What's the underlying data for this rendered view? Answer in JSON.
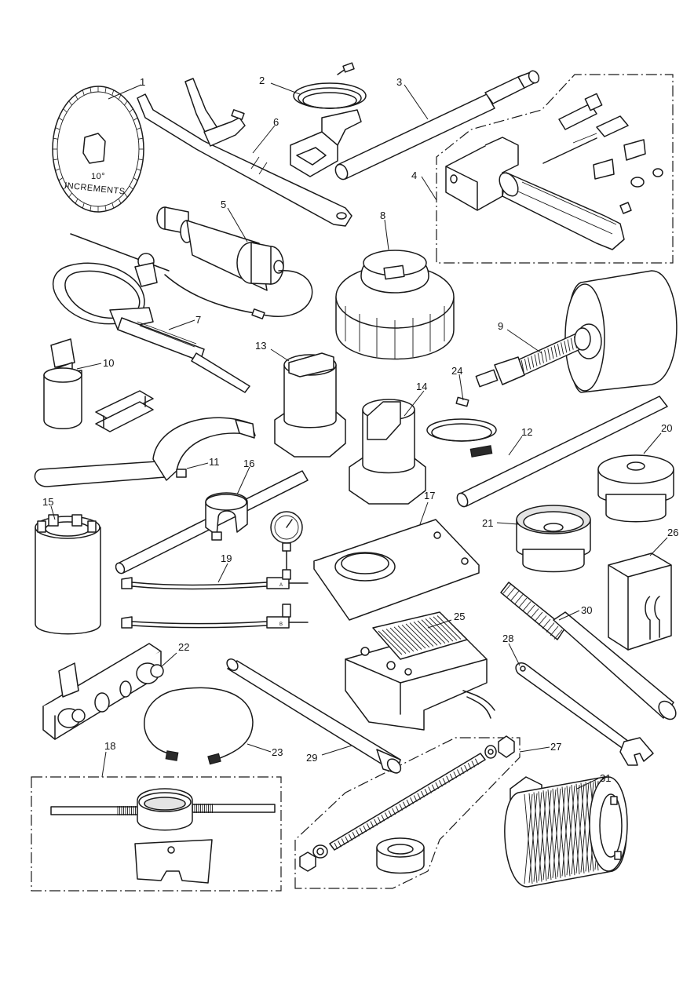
{
  "figure": {
    "callouts": [
      {
        "id": "1",
        "tool": "tool-1-degree-disc"
      },
      {
        "id": "2",
        "tool": "tool-2-diagnostic-cable"
      },
      {
        "id": "3",
        "tool": "tool-3-slide-hammer-bar"
      },
      {
        "id": "4",
        "tool": "tool-4-valve-spring-compressor-kit"
      },
      {
        "id": "5",
        "tool": "tool-5-vacuum-pump"
      },
      {
        "id": "6",
        "tool": "tool-6-holding-tool"
      },
      {
        "id": "7",
        "tool": "tool-7-strap-wrench"
      },
      {
        "id": "8",
        "tool": "tool-8-oil-filter-wrench"
      },
      {
        "id": "9",
        "tool": "tool-9-puller"
      },
      {
        "id": "10",
        "tool": "tool-10-drift-and-clip"
      },
      {
        "id": "11",
        "tool": "tool-11-c-spanner"
      },
      {
        "id": "12",
        "tool": "tool-12-rod"
      },
      {
        "id": "13",
        "tool": "tool-13-socket-adapter"
      },
      {
        "id": "14",
        "tool": "tool-14-socket-adapter"
      },
      {
        "id": "15",
        "tool": "tool-15-castellated-socket"
      },
      {
        "id": "16",
        "tool": "tool-16-tommy-bar-tool"
      },
      {
        "id": "17",
        "tool": "tool-17-plate"
      },
      {
        "id": "18",
        "tool": "tool-18-die-holder-kit"
      },
      {
        "id": "19",
        "tool": "tool-19-pressure-gauge-set"
      },
      {
        "id": "20",
        "tool": "tool-20-drift"
      },
      {
        "id": "21",
        "tool": "tool-21-cup"
      },
      {
        "id": "22",
        "tool": "tool-22-holding-bar"
      },
      {
        "id": "23",
        "tool": "tool-23-lead"
      },
      {
        "id": "24",
        "tool": "tool-24-lead"
      },
      {
        "id": "25",
        "tool": "tool-25-battery-charger"
      },
      {
        "id": "26",
        "tool": "tool-26-block"
      },
      {
        "id": "27",
        "tool": "tool-27-bearing-installer-kit"
      },
      {
        "id": "28",
        "tool": "tool-28-spanner"
      },
      {
        "id": "29",
        "tool": "tool-29-rod"
      },
      {
        "id": "30",
        "tool": "tool-30-handle"
      },
      {
        "id": "31",
        "tool": "tool-31-knurled-socket"
      }
    ],
    "dial_text": {
      "degrees": "10°",
      "caption": "INCREMENTS"
    },
    "gauge_tags": {
      "a": "A",
      "b": "B"
    },
    "colors": {
      "line": "#1a1a1a",
      "background": "#ffffff",
      "shade": "#e4e4e4"
    }
  }
}
